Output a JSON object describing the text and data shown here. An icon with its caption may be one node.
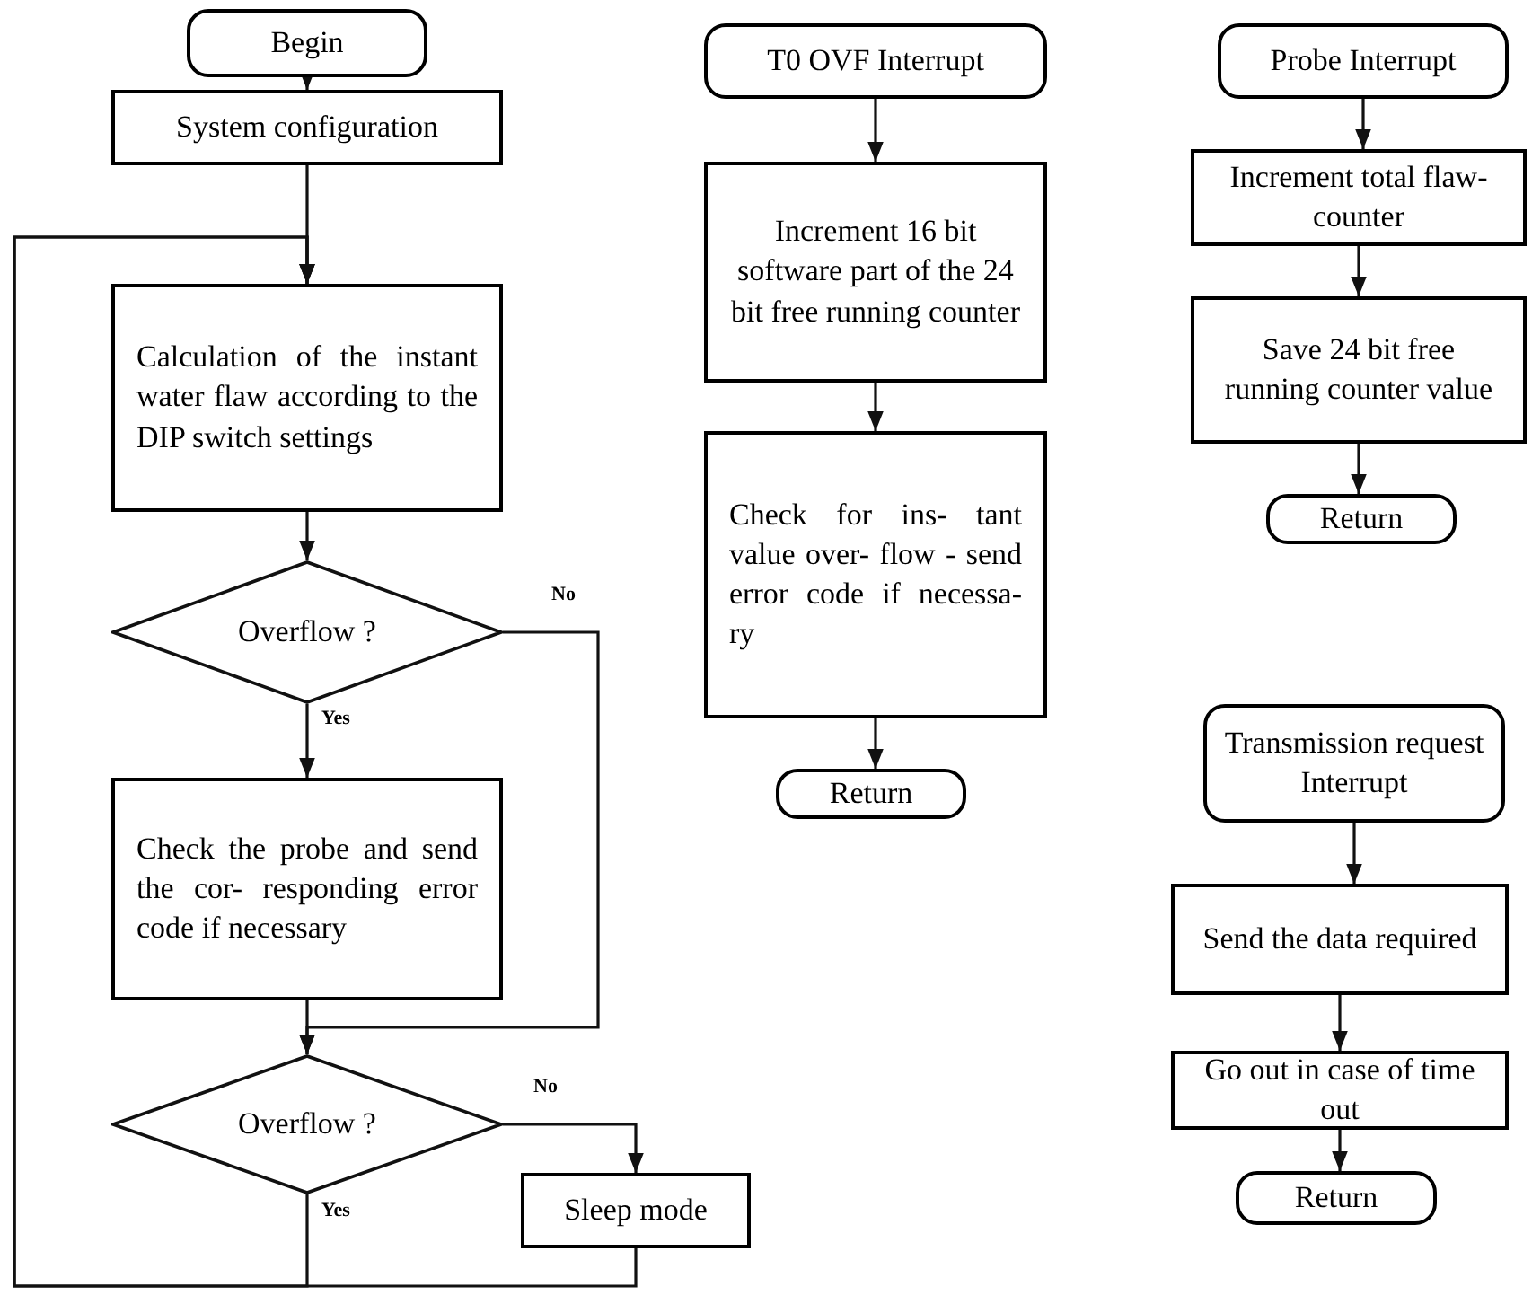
{
  "diagram": {
    "nodes": [
      {
        "text": [
          "Begin"
        ]
      },
      {
        "text": [
          "System configuration"
        ]
      },
      {
        "text": [
          "Calculation of the instant water flaw according to the DIP switch settings"
        ]
      },
      {
        "text": [
          "Overflow ?"
        ]
      },
      {
        "text": [
          "Check the probe and send the cor- responding error code if necessary"
        ]
      },
      {
        "text": [
          "Overflow ?"
        ]
      },
      {
        "text": [
          "Sleep mode"
        ]
      },
      {
        "text": [
          "T0 OVF Interrupt"
        ]
      },
      {
        "text": [
          "Increment 16 bit software part of the 24 bit free running counter"
        ]
      },
      {
        "text": [
          "Check for ins- tant value over- flow - send error code if necessa- ry"
        ]
      },
      {
        "text": [
          "Return"
        ]
      },
      {
        "text": [
          "Probe Interrupt"
        ]
      },
      {
        "text": [
          "Increment total flaw-counter"
        ]
      },
      {
        "text": [
          "Save 24 bit free running counter value"
        ]
      },
      {
        "text": [
          "Return"
        ]
      },
      {
        "text": [
          "Transmission request Interrupt"
        ]
      },
      {
        "text": [
          "Send the data required"
        ]
      },
      {
        "text": [
          "Go out in case of time out"
        ]
      },
      {
        "text": [
          "Return"
        ]
      }
    ],
    "edges": [
      {
        "from": 0,
        "to": 1,
        "arrow": "to"
      },
      {
        "from": 1,
        "to": 2,
        "arrow": "to"
      },
      {
        "from": 2,
        "to": 3,
        "arrow": "to"
      },
      {
        "from": 3,
        "to": 4,
        "arrow": "to",
        "label": "Yes"
      },
      {
        "from": 3,
        "to": 5,
        "arrow": "to",
        "label": "No"
      },
      {
        "from": 4,
        "to": 5,
        "arrow": "to"
      },
      {
        "from": 5,
        "to": 6,
        "arrow": "to",
        "label": "No"
      },
      {
        "from": 5,
        "to": 2,
        "arrow": "to",
        "label": "Yes"
      },
      {
        "from": 6,
        "to": 2,
        "arrow": "to"
      },
      {
        "from": 7,
        "to": 8,
        "arrow": "to"
      },
      {
        "from": 8,
        "to": 9,
        "arrow": "to"
      },
      {
        "from": 9,
        "to": 10,
        "arrow": "to"
      },
      {
        "from": 11,
        "to": 12,
        "arrow": "to"
      },
      {
        "from": 12,
        "to": 13,
        "arrow": "to"
      },
      {
        "from": 13,
        "to": 14,
        "arrow": "to"
      },
      {
        "from": 15,
        "to": 16,
        "arrow": "to"
      },
      {
        "from": 16,
        "to": 17,
        "arrow": "to"
      },
      {
        "from": 17,
        "to": 18,
        "arrow": "to"
      }
    ]
  }
}
